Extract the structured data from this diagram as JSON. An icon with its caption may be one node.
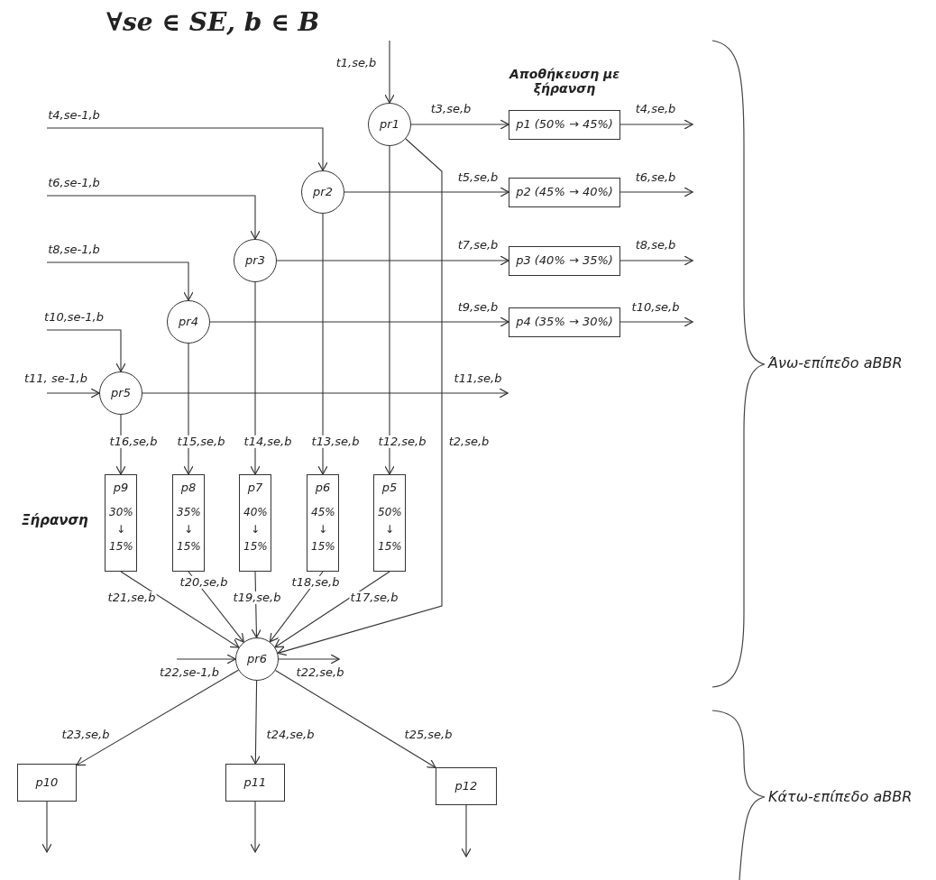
{
  "diagram": {
    "title": "∀se ∈ SE, b ∈ B",
    "nodes": [
      {
        "text": [
          "pr1"
        ]
      },
      {
        "text": [
          "p1 (50% → 45%)"
        ]
      },
      {
        "text": [
          "pr2"
        ]
      },
      {
        "text": [
          "p2 (45% → 40%)"
        ]
      },
      {
        "text": [
          "pr3"
        ]
      },
      {
        "text": [
          "p3 (40% → 35%)"
        ]
      },
      {
        "text": [
          "pr4"
        ]
      },
      {
        "text": [
          "p4 (35% → 30%)"
        ]
      },
      {
        "text": [
          "pr5"
        ]
      },
      {
        "text": [
          "p9",
          "30% ↓ 15%"
        ]
      },
      {
        "text": [
          "p8",
          "35% ↓ 15%"
        ]
      },
      {
        "text": [
          "p7",
          "40% ↓ 15%"
        ]
      },
      {
        "text": [
          "p6",
          "45% ↓ 15%"
        ]
      },
      {
        "text": [
          "p5",
          "50% ↓ 15%"
        ]
      },
      {
        "text": [
          "pr6"
        ]
      },
      {
        "text": [
          "p10"
        ]
      },
      {
        "text": [
          "p11"
        ]
      },
      {
        "text": [
          "p12"
        ]
      }
    ],
    "edges": [
      {
        "from": null,
        "to": 0,
        "arrow": "to",
        "label": "t1,se,b"
      },
      {
        "from": 0,
        "to": 1,
        "arrow": "to",
        "label": "t3,se,b"
      },
      {
        "from": 1,
        "to": null,
        "arrow": "to",
        "label": "t4,se,b"
      },
      {
        "from": null,
        "to": 2,
        "arrow": "to",
        "label": "t4,se-1,b"
      },
      {
        "from": 2,
        "to": 3,
        "arrow": "to",
        "label": "t5,se,b"
      },
      {
        "from": 3,
        "to": null,
        "arrow": "to",
        "label": "t6,se,b"
      },
      {
        "from": null,
        "to": 4,
        "arrow": "to",
        "label": "t6,se-1,b"
      },
      {
        "from": 4,
        "to": 5,
        "arrow": "to",
        "label": "t7,se,b"
      },
      {
        "from": 5,
        "to": null,
        "arrow": "to",
        "label": "t8,se,b"
      },
      {
        "from": null,
        "to": 6,
        "arrow": "to",
        "label": "t8,se-1,b"
      },
      {
        "from": 6,
        "to": 7,
        "arrow": "to",
        "label": "t9,se,b"
      },
      {
        "from": 7,
        "to": null,
        "arrow": "to",
        "label": "t10,se,b"
      },
      {
        "from": null,
        "to": 8,
        "arrow": "to",
        "label": "t10,se-1,b"
      },
      {
        "from": null,
        "to": 8,
        "arrow": "to",
        "label": "t11, se-1,b"
      },
      {
        "from": 8,
        "to": null,
        "arrow": "to",
        "label": "t11,se,b"
      },
      {
        "from": 0,
        "to": 13,
        "arrow": "to",
        "label": "t12,se,b"
      },
      {
        "from": 2,
        "to": 12,
        "arrow": "to",
        "label": "t13,se,b"
      },
      {
        "from": 4,
        "to": 11,
        "arrow": "to",
        "label": "t14,se,b"
      },
      {
        "from": 6,
        "to": 10,
        "arrow": "to",
        "label": "t15,se,b"
      },
      {
        "from": 8,
        "to": 9,
        "arrow": "to",
        "label": "t16,se,b"
      },
      {
        "from": 0,
        "to": 14,
        "arrow": "to",
        "label": "t2,se,b"
      },
      {
        "from": 13,
        "to": 14,
        "arrow": "to",
        "label": "t17,se,b"
      },
      {
        "from": 12,
        "to": 14,
        "arrow": "to",
        "label": "t18,se,b"
      },
      {
        "from": 11,
        "to": 14,
        "arrow": "to",
        "label": "t19,se,b"
      },
      {
        "from": 10,
        "to": 14,
        "arrow": "to",
        "label": "t20,se,b"
      },
      {
        "from": 9,
        "to": 14,
        "arrow": "to",
        "label": "t21,se,b"
      },
      {
        "from": null,
        "to": 14,
        "arrow": "to",
        "label": "t22,se-1,b"
      },
      {
        "from": 14,
        "to": null,
        "arrow": "to",
        "label": "t22,se,b"
      },
      {
        "from": 14,
        "to": 15,
        "arrow": "to",
        "label": "t23,se,b"
      },
      {
        "from": 14,
        "to": 16,
        "arrow": "to",
        "label": "t24,se,b"
      },
      {
        "from": 14,
        "to": 17,
        "arrow": "to",
        "label": "t25,se,b"
      },
      {
        "from": 15,
        "to": null,
        "arrow": "to"
      },
      {
        "from": 16,
        "to": null,
        "arrow": "to"
      },
      {
        "from": 17,
        "to": null,
        "arrow": "to"
      }
    ],
    "labels": [
      "Αποθήκευση με ξήρανση",
      "Ξήρανση",
      "Άνω-επίπεδο aBBR",
      "Κάτω-επίπεδο aBBR"
    ]
  }
}
